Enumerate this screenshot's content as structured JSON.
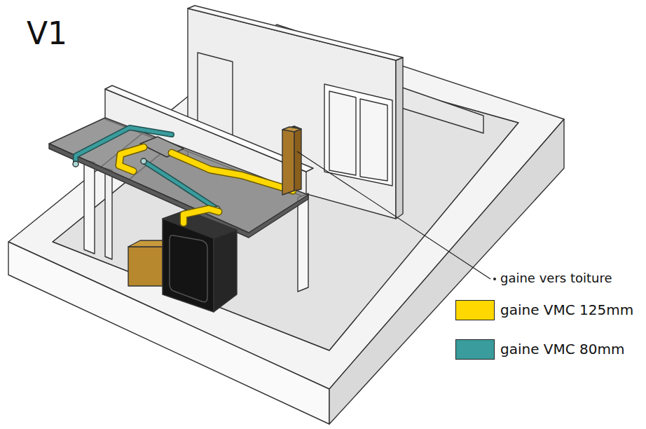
{
  "diagram": {
    "title": "V1",
    "labels": [
      "gaine vers toiture"
    ],
    "legend": [
      {
        "text": "gaine VMC 125mm",
        "color": "#ffd800"
      },
      {
        "text": "gaine VMC 80mm",
        "color": "#3a9c9c"
      }
    ]
  }
}
